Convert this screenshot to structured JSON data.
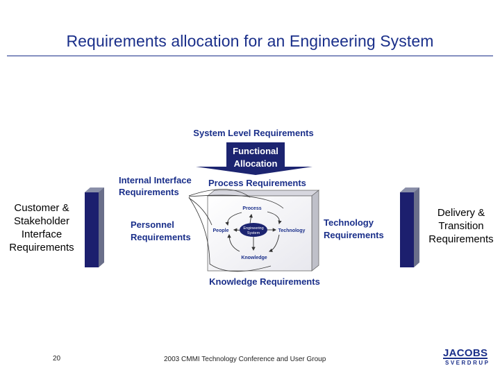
{
  "slide": {
    "title": "Requirements allocation for an Engineering System",
    "page_number": "20",
    "footer_text": "2003 CMMI Technology Conference and User Group"
  },
  "left_block": {
    "lines": [
      "Customer &",
      "Stakeholder",
      "Interface",
      "Requirements"
    ]
  },
  "right_block": {
    "lines": [
      "Delivery &",
      "Transition",
      "Requirements"
    ]
  },
  "diagram": {
    "system_level": "System Level Requirements",
    "functional_allocation": [
      "Functional",
      "Allocation"
    ],
    "internal_interface": [
      "Internal Interface",
      "Requirements"
    ],
    "process_requirements": "Process Requirements",
    "personnel_requirements": [
      "Personnel",
      "Requirements"
    ],
    "technology_requirements": [
      "Technology",
      "Requirements"
    ],
    "knowledge_requirements": "Knowledge Requirements",
    "inner": {
      "process": "Process",
      "people": "People",
      "technology": "Technology",
      "knowledge": "Knowledge",
      "center": [
        "Engineering",
        "System"
      ]
    }
  },
  "logo": {
    "line1": "JACOBS",
    "line2": "SVERDRUP"
  },
  "colors": {
    "title": "#1a2f8a",
    "diagram_text": "#1a2f8a",
    "pillar": "#1c1f6e",
    "pillar_side": "#6a6f8a",
    "banner": "#1c2470"
  }
}
